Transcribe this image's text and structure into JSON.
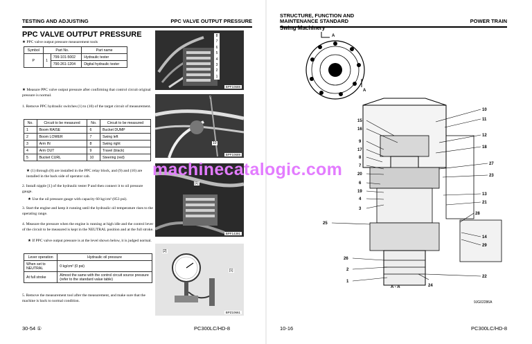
{
  "watermark": "machinecatalogic.com",
  "left_page": {
    "header_left": "TESTING AND ADJUSTING",
    "header_right": "PPC VALVE OUTPUT PRESSURE",
    "title": "PPC VALVE OUTPUT PRESSURE",
    "intro": "★   PPC valve output pressure measurement tools",
    "tools_table": {
      "headers": [
        "Symbol",
        "Part No.",
        "Part name"
      ],
      "symbol": "P",
      "rows": [
        {
          "index": "1",
          "part_no": "799-101-5002",
          "name": "Hydraulic tester"
        },
        {
          "index": "",
          "part_no": "790-261-1204",
          "name": "Digital hydraulic tester"
        }
      ]
    },
    "note_measure": "★   Measure PPC valve output pressure after confirming that control circuit original pressure is normal.",
    "step1": "1.   Remove PPC hydraulic switches (1) to (10) of the target circuit of measurement.",
    "circuit_table": {
      "headers": [
        "No.",
        "Circuit to be measured",
        "No.",
        "Circuit to be measured"
      ],
      "rows": [
        [
          "1",
          "Boom RAISE",
          "6",
          "Bucket DUMP"
        ],
        [
          "2",
          "Boom LOWER",
          "7",
          "Swing left"
        ],
        [
          "3",
          "Arm IN",
          "8",
          "Swing right"
        ],
        [
          "4",
          "Arm OUT",
          "9",
          "Travel (black)"
        ],
        [
          "5",
          "Bucket CURL",
          "10",
          "Steering (red)"
        ]
      ]
    },
    "note_install": "★   (1) through (8) are installed in the PPC relay block, and (9) and (10) are installed in the back side of operator cab.",
    "step2": "2.   Install nipple [1] of the hydraulic tester P and then connect it to oil pressure gauge.",
    "step2_note": "★   Use the oil pressure gauge with capacity 60 kg/cm² (853 psi).",
    "step3": "3.   Start the engine and keep it running until the hydraulic oil temperature rises to the operating range.",
    "step4": "4.   Measure the pressure when the engine is running at high idle and the control lever of the circuit to be measured is kept in the NEUTRAL position and at the full stroke.",
    "step4_note": "★   If PPC valve output pressure is at the level shown below, it is judged normal.",
    "pressure_table": {
      "headers": [
        "Lever operation",
        "Hydraulic oil pressure"
      ],
      "rows": [
        [
          "When set to NEUTRAL",
          "0 kg/cm² (0 psi)"
        ],
        [
          "At full stroke",
          "Almost the same with the control circuit source pressure (refer to the standard value table)"
        ]
      ]
    },
    "step5": "5.   Remove the measurement tool after the measurement, and make sure that the machine is back to normal condition.",
    "photos": [
      {
        "caption": "BPF10688",
        "labels": [
          "8",
          "7",
          "6",
          "5",
          "4",
          "3",
          "2",
          "1"
        ]
      },
      {
        "caption": "BPF10689",
        "labels": [
          "9",
          "10"
        ]
      },
      {
        "caption": "BPF14391",
        "labels": [
          "[1]"
        ]
      },
      {
        "caption": "BPZ10661",
        "labels": [
          "[2]",
          "[1]"
        ]
      }
    ],
    "footer_left": "30-54 ①",
    "footer_right": "PC300LC/HD-8"
  },
  "right_page": {
    "header_left_line1": "STRUCTURE, FUNCTION AND",
    "header_left_line2": "MAINTENANCE STANDARD",
    "header_right": "POWER TRAIN",
    "section": "Swing Machinery",
    "diagram": {
      "section_arrow": "A",
      "section_label": "A - A",
      "drawing_code": "9JG02286A",
      "labels": [
        "10",
        "11",
        "15",
        "16",
        "12",
        "9",
        "18",
        "17",
        "8",
        "7",
        "27",
        "20",
        "23",
        "6",
        "19",
        "13",
        "4",
        "21",
        "3",
        "28",
        "25",
        "14",
        "29",
        "26",
        "2",
        "22",
        "1",
        "24"
      ]
    },
    "footer_left": "10-16",
    "footer_right": "PC300LC/HD-8"
  }
}
